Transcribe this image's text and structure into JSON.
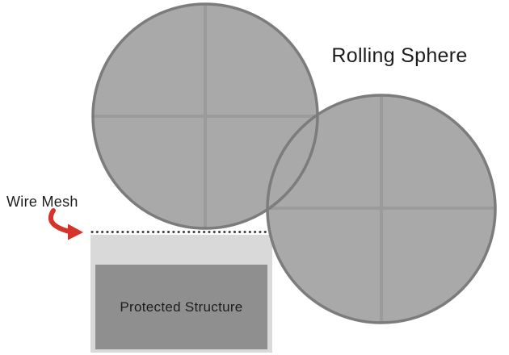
{
  "labels": {
    "rolling_sphere": "Rolling Sphere",
    "wire_mesh": "Wire Mesh",
    "protected_structure": "Protected Structure"
  },
  "colors": {
    "background": "#ffffff",
    "sphere_fill": "#a9a9a9",
    "sphere_stroke": "#7c7c7c",
    "sphere_crosshair": "#9b9b9b",
    "structure_outer": "#d9d9d9",
    "structure_inner": "#8f8f8f",
    "mesh_dots": "#3e3e3e",
    "arrow": "#d5332c",
    "text": "#1d1d1d"
  }
}
